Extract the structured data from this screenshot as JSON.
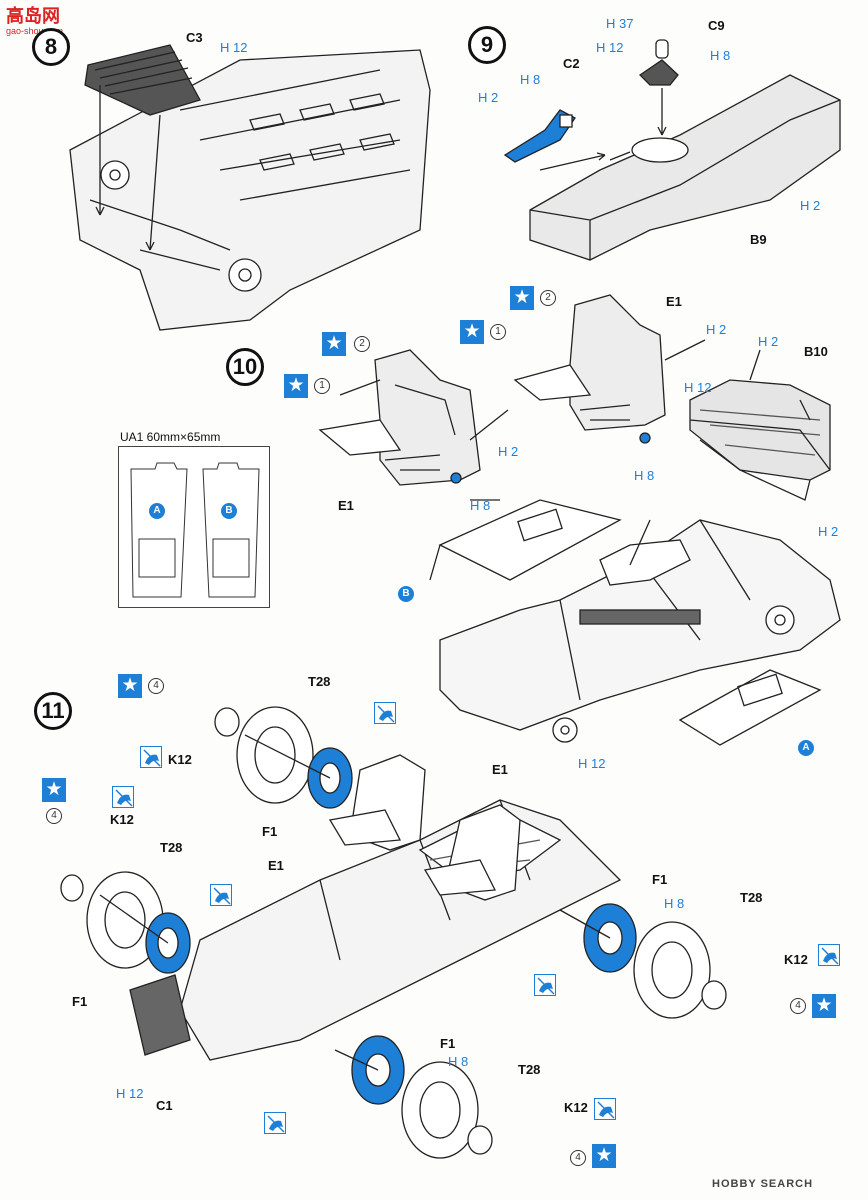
{
  "logo": {
    "top_text": "高岛网",
    "bottom_text": "gao-shou.com"
  },
  "steps": {
    "s8": "8",
    "s9": "9",
    "s10": "10",
    "s11": "11"
  },
  "labels": {
    "C3": "C3",
    "C9": "C9",
    "C2": "C2",
    "B9": "B9",
    "E1": "E1",
    "B10": "B10",
    "T28": "T28",
    "K12": "K12",
    "F1": "F1",
    "C1": "C1"
  },
  "colors": {
    "H2": "H 2",
    "H8": "H 8",
    "H12": "H 12",
    "H37": "H 37"
  },
  "numbers": {
    "n1": "1",
    "n2": "2",
    "n4": "4"
  },
  "decals": {
    "A": "A",
    "B": "B"
  },
  "ua1": {
    "title": "UA1 60mm×65mm"
  },
  "watermark": "HOBBY SEARCH",
  "icons": {
    "star": "star-icon",
    "cement": "no-glue-icon"
  }
}
